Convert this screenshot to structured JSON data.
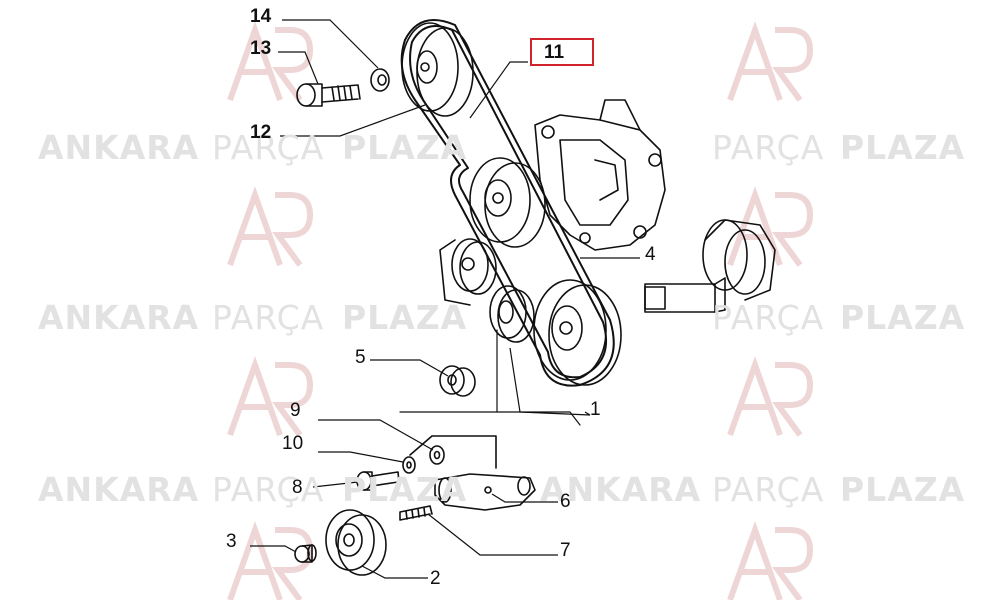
{
  "watermark": {
    "word1": "ANKARA",
    "word2": "PARÇA",
    "word3": "PLAZA",
    "logo_icon": "ankara-parca-plaza-logo-icon",
    "color": "#e2e2e2"
  },
  "callouts": {
    "c1": "1",
    "c2": "2",
    "c3": "3",
    "c4": "4",
    "c5": "5",
    "c6": "6",
    "c7": "7",
    "c8": "8",
    "c9": "9",
    "c10": "10",
    "c11": "11",
    "c12": "12",
    "c13": "13",
    "c14": "14"
  },
  "highlight": {
    "part": "11",
    "color": "#d2232a"
  }
}
